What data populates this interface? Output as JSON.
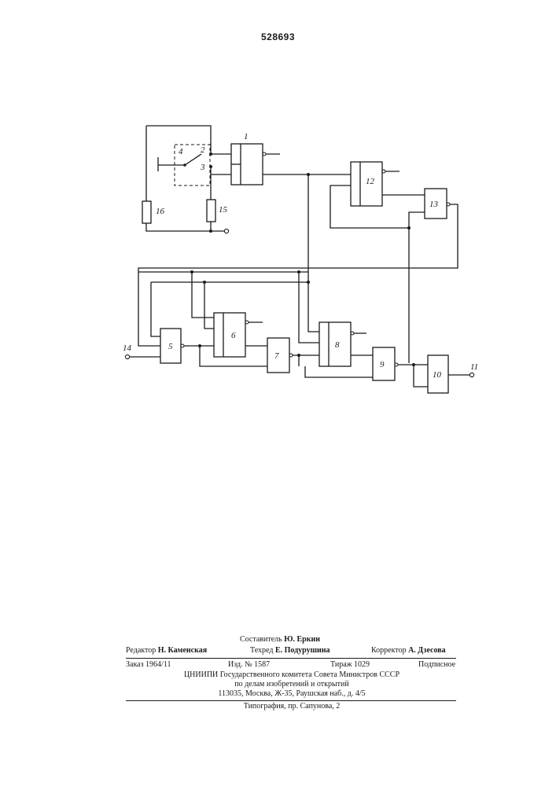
{
  "page_number": "528693",
  "diagram": {
    "blocks": {
      "b1": "1",
      "b5": "5",
      "b6": "6",
      "b7": "7",
      "b8": "8",
      "b9": "9",
      "b10": "10",
      "b12": "12",
      "b13": "13"
    },
    "switch": {
      "number": "4",
      "contact_2": "2",
      "contact_3": "3"
    },
    "resistors": {
      "r15": "15",
      "r16": "16"
    },
    "terminals": {
      "input": "14",
      "output": "11"
    }
  },
  "imprint": {
    "compiler": {
      "label": "Составитель",
      "name": "Ю. Еркин"
    },
    "editor": {
      "label": "Редактор",
      "name": "Н. Каменская"
    },
    "techred": {
      "label": "Техред",
      "name": "Е. Подурушина"
    },
    "corrector": {
      "label": "Корректор",
      "name": "А. Дзесова"
    },
    "order": "Заказ 1964/11",
    "edition": "Изд. № 1587",
    "circulation": "Тираж 1029",
    "subscription": "Подписное",
    "org_line1": "ЦНИИПИ Государственного комитета Совета Министров СССР",
    "org_line2": "по делам изобретений и открытий",
    "address": "113035, Москва, Ж-35, Раушская наб., д. 4/5",
    "printing": "Типография, пр. Сапунова, 2"
  }
}
